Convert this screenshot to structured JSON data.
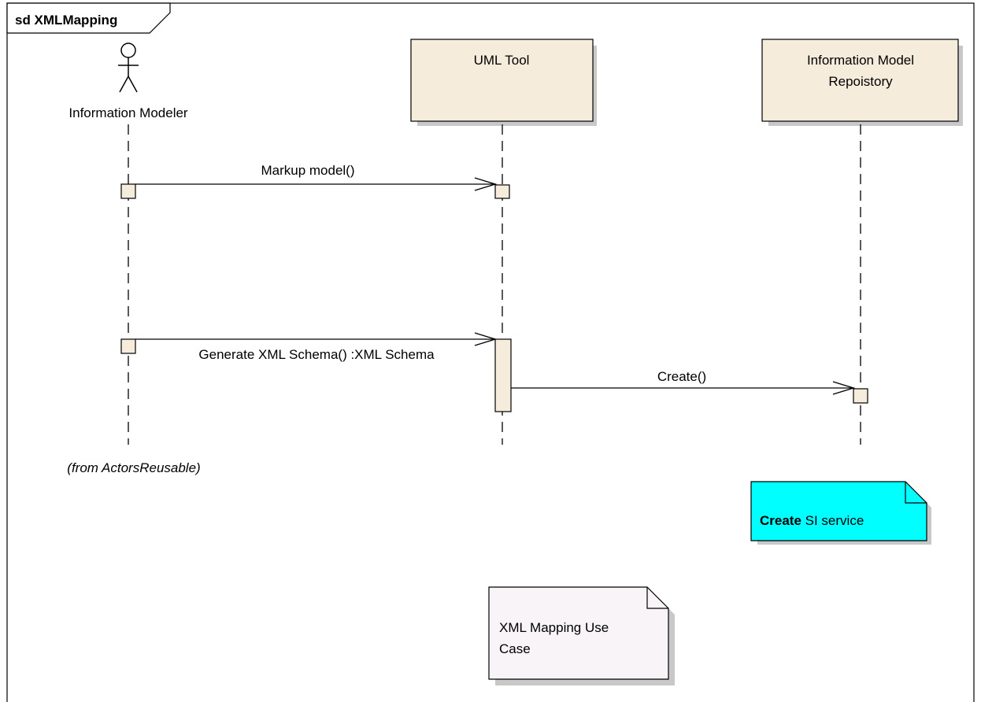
{
  "frame": {
    "title": "sd XMLMapping"
  },
  "participants": {
    "actor": {
      "name": "Information Modeler",
      "origin": "(from ActorsReusable)"
    },
    "uml_tool": {
      "name": "UML Tool"
    },
    "repository": {
      "name_line1": "Information Model",
      "name_line2": "Repoistory"
    }
  },
  "messages": [
    {
      "label": "Markup model()"
    },
    {
      "label": "Generate XML Schema() :XML Schema"
    },
    {
      "label": "Create()"
    }
  ],
  "notes": {
    "si_service": {
      "bold": "Create",
      "rest": " SI service",
      "fill": "#00ffff"
    },
    "use_case": {
      "line1": "XML Mapping Use",
      "line2": "Case",
      "fill": "#f8f4f8"
    }
  },
  "colors": {
    "lifeline_box": "#f6ecdc",
    "shadow": "#c8c8c8"
  }
}
